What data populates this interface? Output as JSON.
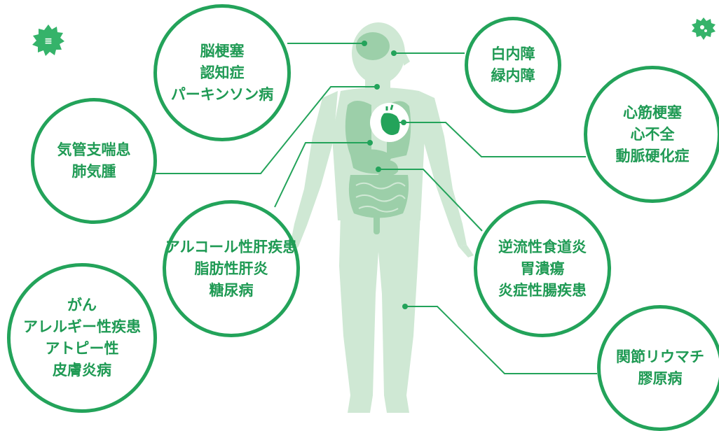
{
  "colors": {
    "accent": "#23a35a",
    "text": "#1f9a54",
    "body": "#cfe8d4",
    "organ": "#9ccfa9",
    "badge": "#35b36a"
  },
  "badges": {
    "left_icon": "virus-icon",
    "right_icon": "bacteria-icon"
  },
  "labels": {
    "brain": [
      "脳梗塞",
      "認知症",
      "パーキンソン病"
    ],
    "eyes": [
      "白内障",
      "緑内障"
    ],
    "heart": [
      "心筋梗塞",
      "心不全",
      "動脈硬化症"
    ],
    "lungs": [
      "気管支喘息",
      "肺気腫"
    ],
    "liver": [
      "アルコール性肝疾患",
      "脂肪性肝炎",
      "糖尿病"
    ],
    "stomach": [
      "逆流性食道炎",
      "胃潰瘍",
      "炎症性腸疾患"
    ],
    "skin": [
      "がん",
      "アレルギー性疾患",
      "アトピー性",
      "皮膚炎病"
    ],
    "joints": [
      "関節リウマチ",
      "膠原病"
    ]
  }
}
